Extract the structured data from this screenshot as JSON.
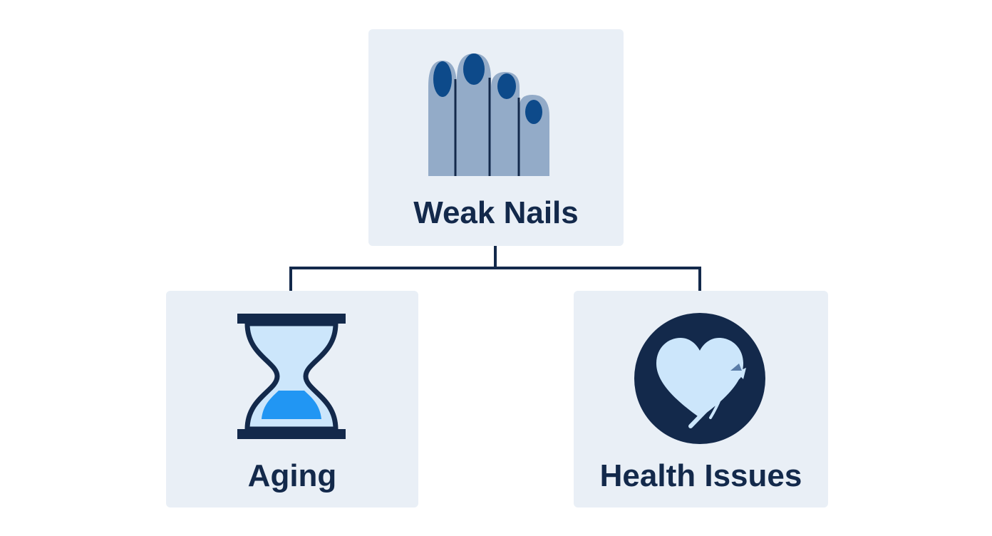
{
  "diagram": {
    "root": {
      "label": "Weak Nails",
      "icon": "fingernails-icon"
    },
    "children": [
      {
        "label": "Aging",
        "icon": "hourglass-icon"
      },
      {
        "label": "Health Issues",
        "icon": "heart-health-icon"
      }
    ]
  },
  "colors": {
    "box_background": "#e9eff6",
    "text": "#13294b",
    "connector": "#13294b",
    "accent_blue": "#2196f3",
    "light_blue": "#cce6fb",
    "finger": "#93abc8",
    "nail": "#0d4a8a"
  }
}
